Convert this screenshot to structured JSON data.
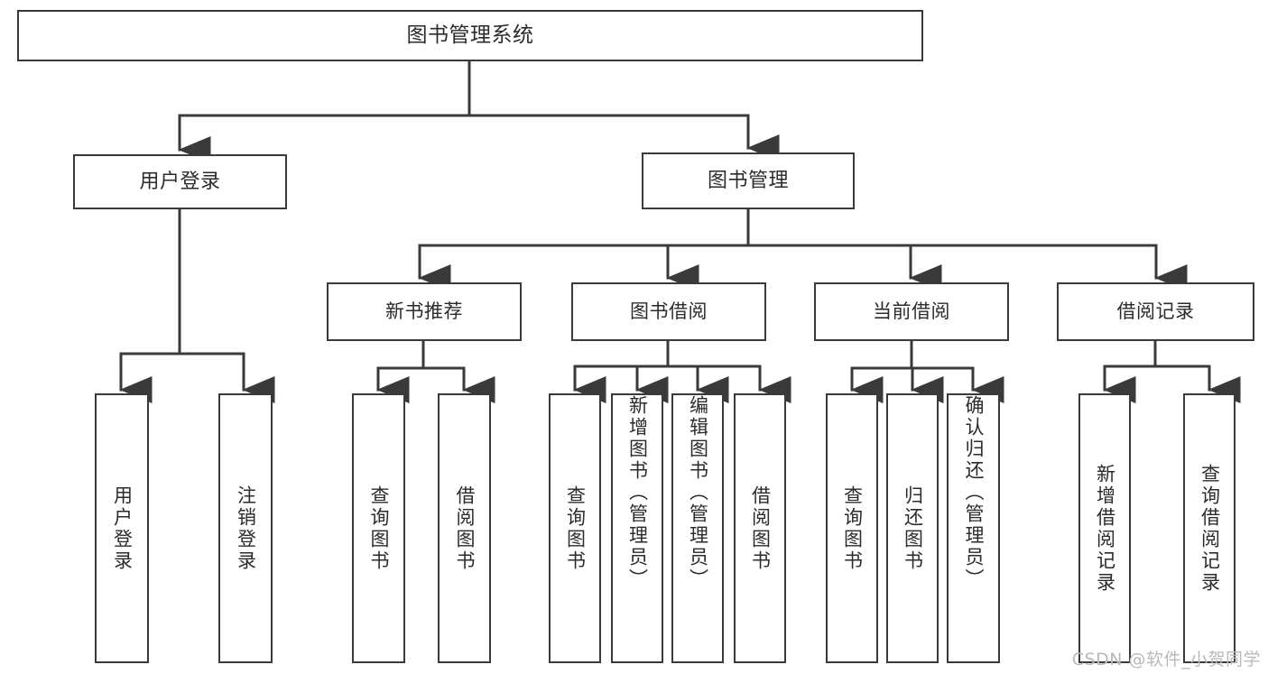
{
  "diagram": {
    "title": "图书管理系统",
    "type": "tree",
    "orientation": "top-down",
    "stroke_color": "#3a3a3a",
    "text_color": "#2b2b2b",
    "background_color": "#ffffff"
  },
  "nodes": {
    "root": {
      "label": "图书管理系统",
      "level": 0
    },
    "level1": [
      {
        "id": "user-login",
        "label": "用户登录"
      },
      {
        "id": "book-management",
        "label": "图书管理"
      }
    ],
    "level2": [
      {
        "id": "new-book-recommend",
        "label": "新书推荐",
        "parent": "book-management"
      },
      {
        "id": "book-borrow",
        "label": "图书借阅",
        "parent": "book-management"
      },
      {
        "id": "current-borrow",
        "label": "当前借阅",
        "parent": "book-management"
      },
      {
        "id": "borrow-record",
        "label": "借阅记录",
        "parent": "book-management"
      }
    ],
    "leaves": [
      {
        "id": "leaf-user-login",
        "label": "用户登录",
        "parent": "user-login"
      },
      {
        "id": "leaf-logout-login",
        "label": "注销登录",
        "parent": "user-login"
      },
      {
        "id": "leaf-query-book-1",
        "label": "查询图书",
        "parent": "new-book-recommend"
      },
      {
        "id": "leaf-borrow-book-1",
        "label": "借阅图书",
        "parent": "new-book-recommend"
      },
      {
        "id": "leaf-query-book-2",
        "label": "查询图书",
        "parent": "book-borrow"
      },
      {
        "id": "leaf-add-book",
        "label": "新增图书（管理员）",
        "parent": "book-borrow"
      },
      {
        "id": "leaf-edit-book",
        "label": "编辑图书（管理员）",
        "parent": "book-borrow"
      },
      {
        "id": "leaf-borrow-book-2",
        "label": "借阅图书",
        "parent": "book-borrow"
      },
      {
        "id": "leaf-query-book-3",
        "label": "查询图书",
        "parent": "current-borrow"
      },
      {
        "id": "leaf-return-book",
        "label": "归还图书",
        "parent": "current-borrow"
      },
      {
        "id": "leaf-confirm-return",
        "label": "确认归还（管理员）",
        "parent": "current-borrow"
      },
      {
        "id": "leaf-add-record",
        "label": "新增借阅记录",
        "parent": "borrow-record"
      },
      {
        "id": "leaf-query-record",
        "label": "查询借阅记录",
        "parent": "borrow-record"
      }
    ]
  },
  "watermark": {
    "text": "CSDN @软件_小贺同学"
  }
}
